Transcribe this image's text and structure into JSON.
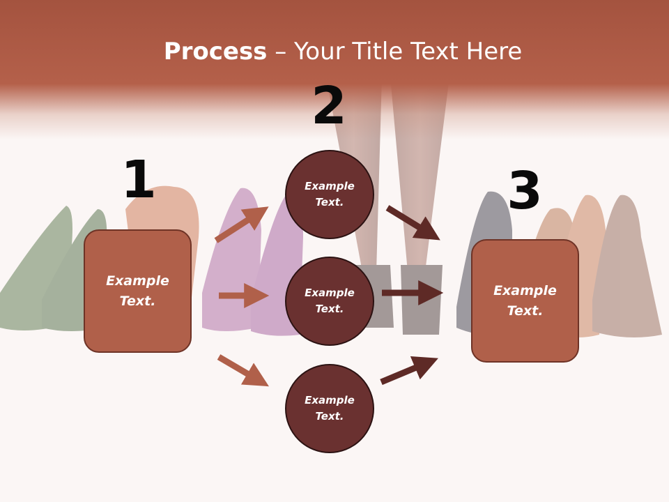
{
  "title": {
    "bold": "Process",
    "rest": " – Your Title Text Here"
  },
  "steps": {
    "n1": "1",
    "n2": "2",
    "n3": "3"
  },
  "boxes": {
    "left": "Example\nText.",
    "right": "Example\nText."
  },
  "circles": {
    "top": "Example\nText.",
    "middle": "Example\nText.",
    "bottom": "Example\nText."
  },
  "colors": {
    "header": "#a4533f",
    "box_fill": "#b0604a",
    "circle_fill": "#6a3130",
    "arrow_light": "#b0604a",
    "arrow_dark": "#5e2a26"
  }
}
